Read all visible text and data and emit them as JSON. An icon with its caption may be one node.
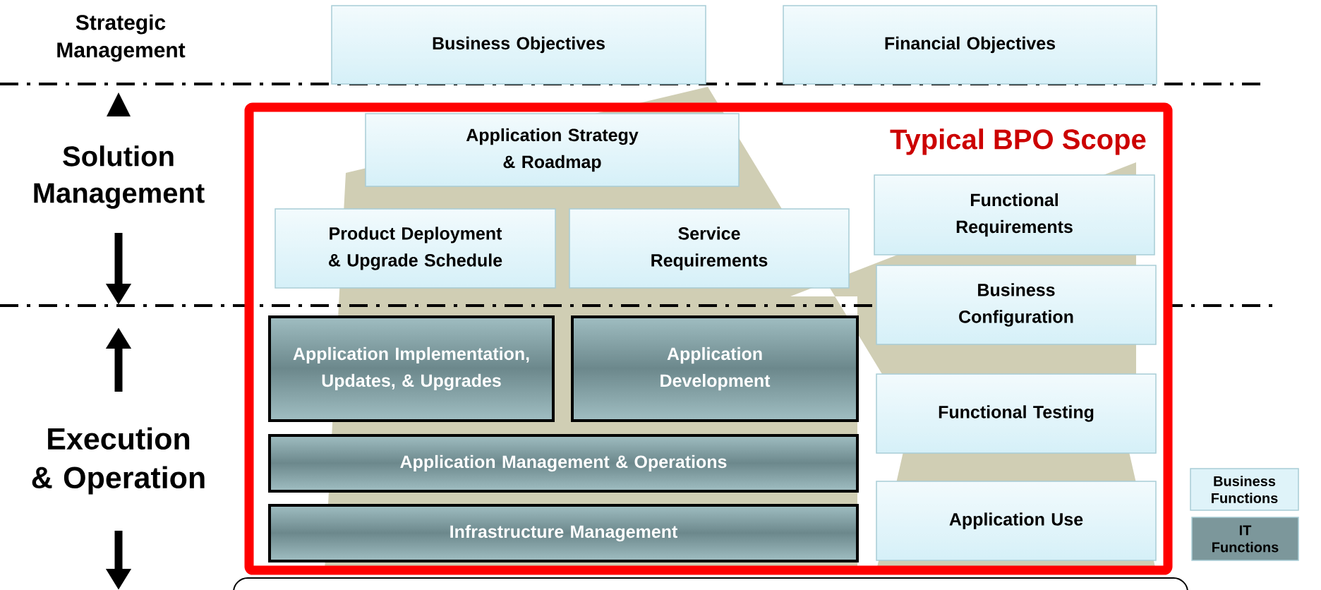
{
  "diagram": {
    "nodes": [
      {
        "text": [
          "Business Objectives"
        ]
      },
      {
        "text": [
          "Financial Objectives"
        ]
      },
      {
        "text": [
          "Typical BPO Scope"
        ]
      },
      {
        "text": [
          "Application Strategy & Roadmap"
        ],
        "in": 2
      },
      {
        "text": [
          "Functional Requirements"
        ],
        "in": 2
      },
      {
        "text": [
          "Product Deployment & Upgrade Schedule"
        ],
        "in": 2
      },
      {
        "text": [
          "Service Requirements"
        ],
        "in": 2
      },
      {
        "text": [
          "Business Configuration"
        ],
        "in": 2
      },
      {
        "text": [
          "Application Implementation, Updates, & Upgrades"
        ],
        "in": 2
      },
      {
        "text": [
          "Application Development"
        ],
        "in": 2
      },
      {
        "text": [
          "Functional Testing"
        ],
        "in": 2
      },
      {
        "text": [
          "Application Management & Operations"
        ],
        "in": 2
      },
      {
        "text": [
          "Application Use"
        ],
        "in": 2
      },
      {
        "text": [
          "Infrastructure Management"
        ],
        "in": 2
      }
    ],
    "labels": [
      "Strategic Management",
      "Solution Management",
      "Execution & Operation"
    ],
    "legend": [
      {
        "text": "Business Functions",
        "color": "#dff3f9"
      },
      {
        "text": "IT Functions",
        "color": "#7c979b"
      }
    ]
  }
}
